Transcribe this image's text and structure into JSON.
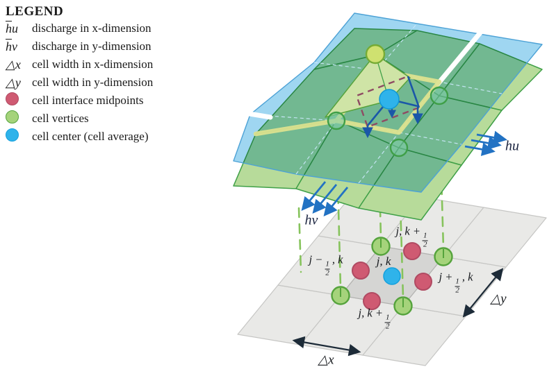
{
  "legend": {
    "title": "LEGEND",
    "rows": [
      {
        "bar": "h",
        "rest": "u",
        "text": "discharge in x-dimension"
      },
      {
        "bar": "h",
        "rest": "v",
        "text": "discharge in y-dimension"
      },
      {
        "bar": "",
        "rest": "△x",
        "text": "cell width in x-dimension"
      },
      {
        "bar": "",
        "rest": "△y",
        "text": "cell width in y-dimension"
      },
      {
        "dot": "#cf5a72",
        "text": "cell interface midpoints"
      },
      {
        "dot": "#a5d37b",
        "text": "cell vertices"
      },
      {
        "dot": "#2fb3ea",
        "text": "cell center (cell average)"
      }
    ]
  },
  "diagram": {
    "flux_x_label": "hu",
    "flux_y_label": "hv",
    "dx_label": "△x",
    "dy_label": "△y",
    "center_label": "j, k",
    "midpoints": {
      "top": {
        "pre": "j, k +",
        "num": "1",
        "den": "2",
        "post": ""
      },
      "left": {
        "pre": "j −",
        "num": "1",
        "den": "2",
        "post": ", k"
      },
      "right": {
        "pre": "j +",
        "num": "1",
        "den": "2",
        "post": ", k"
      },
      "bottom": {
        "pre": "j, k +",
        "num": "1",
        "den": "2",
        "post": ""
      }
    }
  },
  "colors": {
    "midpoint_red": "#cf5a72",
    "vertex_green": "#a5d37b",
    "center_blue": "#2fb3ea",
    "water_surface_blue": "#9fd6f1",
    "terrain_surface_green": "#b7db9a",
    "overlap_teal": "#63b793",
    "highlight_band_yellow": "#dce28f",
    "flux_arrow_blue": "#2272c3",
    "flux_vector_dark_blue": "#1a57a8",
    "dual_cell_purple": "#8f4b63",
    "grid_gray": "#e9e9e7",
    "grid_center_gray": "#d5d5d3",
    "projection_dash_green": "#86c35c"
  }
}
